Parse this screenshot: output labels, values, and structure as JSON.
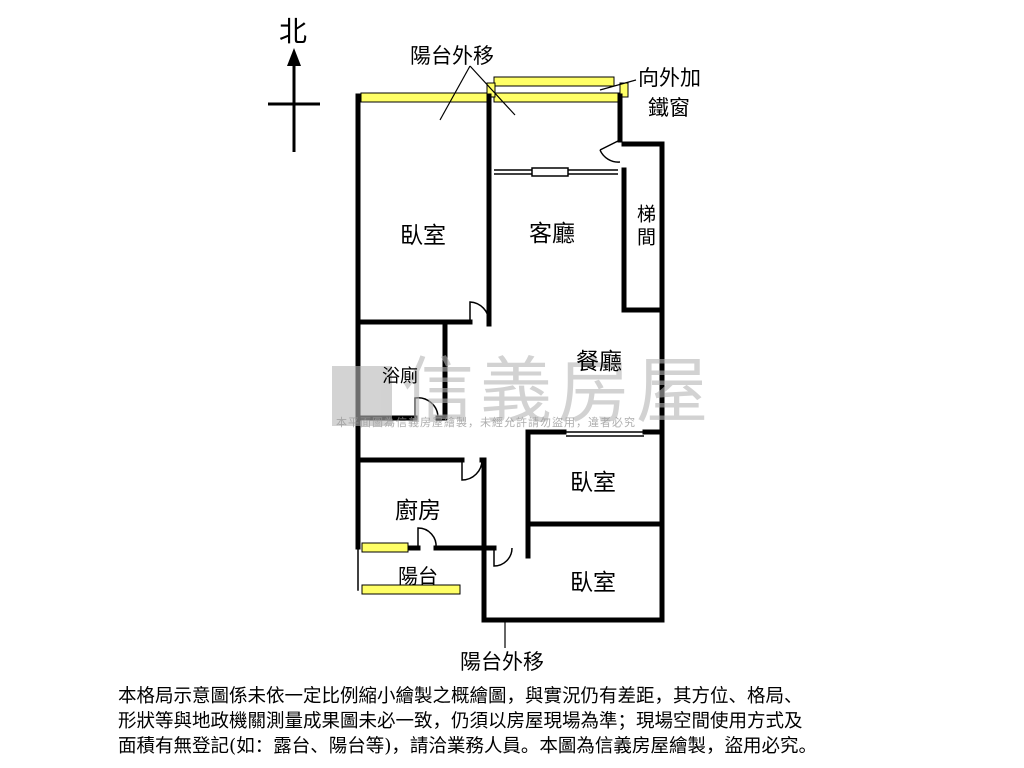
{
  "compass": {
    "north_label": "北"
  },
  "annotations": {
    "balcony_extended_top": "陽台外移",
    "balcony_extended_bottom": "陽台外移",
    "iron_window_line1": "向外加",
    "iron_window_line2": "鐵窗"
  },
  "rooms": {
    "bedroom_nw": "臥室",
    "living_room": "客廳",
    "stairwell": "梯間",
    "dining_room": "餐廳",
    "bathroom": "浴廁",
    "bedroom_east": "臥室",
    "kitchen": "廚房",
    "bedroom_se": "臥室",
    "balcony": "陽台"
  },
  "watermark": {
    "brand": "信義房屋",
    "subtitle": "本平面圖為信義房屋繪製，未經允許請勿盜用，違者必究"
  },
  "disclaimer": {
    "line1": "本格局示意圖係未依一定比例縮小繪製之概繪圖，與實況仍有差距，其方位、格局、",
    "line2": "形狀等與地政機關測量成果圖未必一致，仍須以房屋現場為準；現場空間使用方式及",
    "line3": "面積有無登記(如：露台、陽台等)，請洽業務人員。本圖為信義房屋繪製，盜用必究。"
  },
  "colors": {
    "wall": "#000000",
    "window_fill": "#ffff66",
    "watermark": "#b5b5b5"
  }
}
